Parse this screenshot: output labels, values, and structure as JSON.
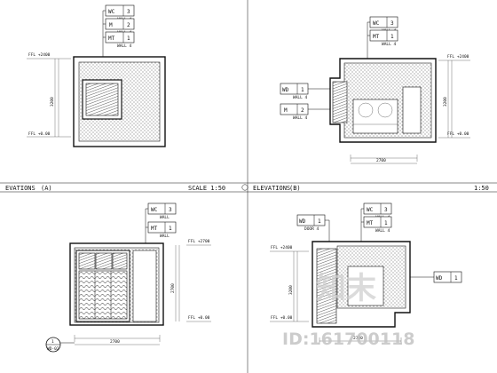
{
  "panels": {
    "top_left": {
      "tags": [
        {
          "code": "WC",
          "num": "3",
          "sub": "WALL 4"
        },
        {
          "code": "M",
          "num": "2",
          "sub": "WALL 4"
        },
        {
          "code": "MT",
          "num": "1",
          "sub": "WALL 4"
        }
      ],
      "level_top": "FFL +2400",
      "level_bottom": "FFL +0.00",
      "dim_vertical": "3200"
    },
    "top_right": {
      "tags": [
        {
          "code": "WC",
          "num": "3",
          "sub": "WALL 4"
        },
        {
          "code": "MT",
          "num": "1",
          "sub": "WALL 4"
        }
      ],
      "side_tags": [
        {
          "code": "WD",
          "num": "1",
          "sub": "WALL 4"
        },
        {
          "code": "M",
          "num": "2",
          "sub": "WALL 4"
        }
      ],
      "level_top": "FFL +2400",
      "level_bottom": "FFL +0.00",
      "dim_vertical": "3200",
      "dim_bottom": "2700"
    },
    "bottom_left": {
      "tags": [
        {
          "code": "WC",
          "num": "3",
          "sub": "WALL"
        },
        {
          "code": "MT",
          "num": "1",
          "sub": "WALL"
        }
      ],
      "level_top": "FFL +2700",
      "level_bottom": "FFL +0.00",
      "dim_vertical": "2700",
      "dim_bottom": "2700",
      "callout_num": "1",
      "callout_ref": "WD-02"
    },
    "bottom_right": {
      "tags": [
        {
          "code": "WD",
          "num": "1",
          "sub": "DOOR 4"
        },
        {
          "code": "WC",
          "num": "3",
          "sub": "WALL 4"
        },
        {
          "code": "MT",
          "num": "1",
          "sub": "WALL 4"
        }
      ],
      "side_tag": {
        "code": "WD",
        "num": "1"
      },
      "level_top": "FFL +2400",
      "level_bottom": "FFL +0.00",
      "dim_vertical": "3200",
      "dim_bottom": "2700"
    }
  },
  "titles": {
    "left": {
      "label": "EVATIONS",
      "scale": "SCALE 1:50",
      "suffix": "(A)"
    },
    "right": {
      "label": "ELEVATIONS",
      "scale": "1:50",
      "suffix": "(B)"
    }
  },
  "watermark": {
    "text": "知末",
    "id": "ID:161700118"
  }
}
